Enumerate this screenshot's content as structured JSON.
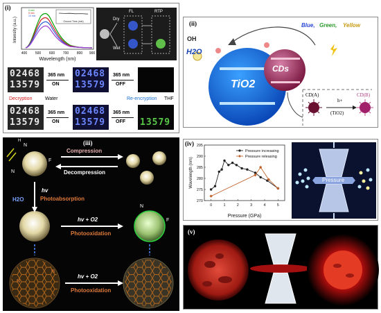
{
  "panel_i": {
    "label": "(i)",
    "spectrum": {
      "ylabel": "Intensity (a.u.)",
      "xlabel": "Wavelength (nm)",
      "xticks": [
        "400",
        "500",
        "600",
        "700",
        "800",
        "900"
      ],
      "inset_legend": [
        "0 min",
        "5 min",
        "10 min"
      ],
      "inset_xlabel": "Ground Time (min)",
      "inset_ylabel": "Intensity (a.u.)"
    },
    "photo": {
      "row_dry": "Dry",
      "row_wet": "Wet",
      "col_fl": "FL",
      "col_rtp": "RTP"
    },
    "code": {
      "top_digits": "02468",
      "bottom_digits": "13579",
      "uv1": "365 nm",
      "on": "ON",
      "uv2": "365 nm",
      "off": "OFF",
      "decryption": "Decryption",
      "water": "Water",
      "reencryption": "Re-encryption",
      "thf": "THF",
      "uv3": "365 nm",
      "on2": "ON",
      "uv4": "365 nm",
      "off2": "OFF"
    }
  },
  "panel_ii": {
    "label": "(ii)",
    "oh": "OH",
    "h2o": "H2O",
    "tio2": "TiO2",
    "cds": "CDs",
    "color_blue": "Blue,",
    "color_green": "Green,",
    "color_yellow": "Yellow",
    "cd_a": "CD(A)",
    "cd_b": "CD(B)",
    "h_plus": "h+",
    "tio2_paren": "(TiO2)"
  },
  "panel_iii": {
    "label": "(iii)",
    "compression": "Compression",
    "decompression": "Decompression",
    "hv": "hv",
    "photoabsorption": "Photoabsorption",
    "h2o": "H2O",
    "hv_o2_1": "hv + O2",
    "photooxidation_1": "Photooxidation",
    "hv_o2_2": "hv + O2",
    "photooxidation_2": "Photooxidation",
    "atom_n": "N",
    "atom_h": "H",
    "atom_f": "F"
  },
  "panel_iv": {
    "label": "(iv)",
    "legend_increase": "Pressure increasing",
    "legend_release": "Pressure releasing",
    "diamond_label": "Pressure"
  },
  "panel_v": {
    "label": "(v)"
  },
  "chart_data": {
    "type": "line",
    "xlabel": "Pressure (GPa)",
    "ylabel": "Wavelength (nm)",
    "xlim": [
      -0.5,
      5.5
    ],
    "ylim": [
      270,
      295
    ],
    "xticks": [
      0,
      1,
      2,
      3,
      4,
      5
    ],
    "yticks": [
      270,
      275,
      280,
      285,
      290,
      295
    ],
    "legend": "top-right",
    "series": [
      {
        "name": "Pressure increasing",
        "color": "#222222",
        "x": [
          0,
          0.3,
          0.6,
          0.8,
          1.0,
          1.3,
          1.6,
          1.9,
          2.3,
          2.7,
          3.3,
          3.7,
          4.2,
          5.0
        ],
        "y": [
          275,
          276.5,
          283,
          284,
          288,
          286,
          287,
          286,
          284.5,
          284,
          282.5,
          280.5,
          279,
          275.5
        ]
      },
      {
        "name": "Pressure releasing",
        "color": "#c0622c",
        "x": [
          5.0,
          4.3,
          3.7,
          3.3,
          0.0
        ],
        "y": [
          275.5,
          279.5,
          285,
          281.5,
          272
        ]
      }
    ]
  }
}
